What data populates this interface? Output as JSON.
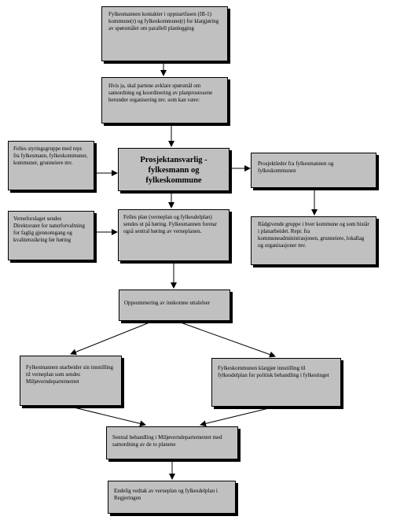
{
  "boxes": {
    "start": "Fylkesmannen kontakter i oppstartfasen (III-1) kommune(r) og fylkeskommune(r) for klargjøring av spørsmålet om parallell planlegging",
    "clarify": "Hvis ja, skal partene avklare spørsmål om samordning og koordinering av planprosessene herunder organisering mv. som kan være:",
    "steering": "Felles styringsgruppe med repr. fra fylkesmann, fylkeskommuner, kommuner, grunneiere mv.",
    "responsible": "Prosjektansvarlig - fylkesmann og fylkeskommune",
    "projectleader": "Prosjektleder fra fylkesmannen og fylkeskommunen",
    "advisory": "Rådgivende gruppe i hver kommune og som bistår i planarbeidet. Repr. fra kommuneadministrasjonen,  grunneiere, lokallag og organisasjoner mv.",
    "directorate": "Verneforslaget sendes Direktoratet for naturforvaltning for faglig gjennomgang og kvalitetssikring før høring",
    "hearing": "Felles plan (verneplan og fylkesdelplan) sendes ut på høring. Fylkesmannen foretar også sentral høring av verneplanen.",
    "summary": "Oppsummering av innkomne uttalelser",
    "fm_recommend": "Fylkesmannen utarbeider sin innstilling til verneplan som sendes Miljøverndepartementet",
    "fk_recommend": "Fylkeskommunen klargjør innstilling til fylkesdelplan for politisk behandling i fylkestinget",
    "central": "Sentral behandling i Miljøverndepartementet med samordning av de to planene",
    "final": "Endelig vedtak av verneplan og fylkesdelplan i Regjeringen"
  }
}
